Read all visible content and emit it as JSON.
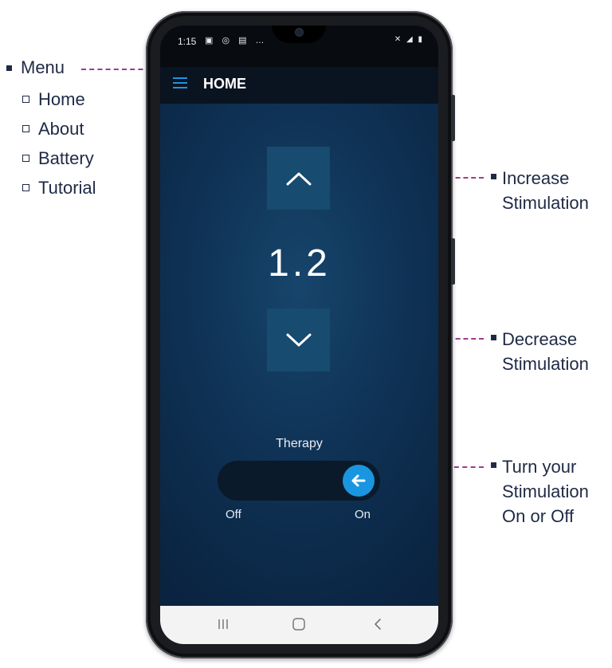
{
  "annotations": {
    "menu": {
      "label": "Menu",
      "items": [
        "Home",
        "About",
        "Battery",
        "Tutorial"
      ]
    },
    "increase": {
      "line1": "Increase",
      "line2": "Stimulation"
    },
    "decrease": {
      "line1": "Decrease",
      "line2": "Stimulation"
    },
    "toggle": {
      "line1": "Turn your",
      "line2": "Stimulation",
      "line3": "On or Off"
    }
  },
  "status_bar": {
    "time": "1:15",
    "left_icons": [
      "image-icon",
      "chat-icon",
      "clipboard-icon",
      "more-icon"
    ],
    "left_glyphs": "▣ ◎ ▤ …",
    "right_icons": [
      "mute-icon",
      "signal-icon",
      "battery-icon"
    ],
    "right_glyphs": "✕ ◢ ▮"
  },
  "app": {
    "title": "HOME",
    "stimulation_value": "1.2",
    "therapy_label": "Therapy",
    "toggle": {
      "off_label": "Off",
      "on_label": "On",
      "state": "on"
    }
  },
  "colors": {
    "accent": "#1a96e0",
    "annotation_line": "#a13a8e",
    "screen_bg": "#0f3356",
    "button_bg": "#174b70"
  }
}
